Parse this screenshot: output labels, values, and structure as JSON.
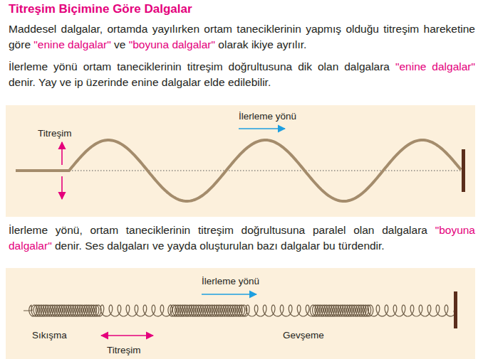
{
  "diagram": {
    "title": "Titreşim Biçimine Göre Dalgalar",
    "nodes": [
      {
        "text": [
          "İlerleme yönü",
          "Titreşim"
        ]
      },
      {
        "text": [
          "İlerleme yönü",
          "Sıkışma",
          "Titreşim",
          "Gevşeme"
        ]
      }
    ],
    "labels": [
      "Maddesel dalgalar, ortamda yayılırken ortam taneciklerinin yapmış olduğu titreşim hareketine göre \"enine dalgalar\" ve \"boyuna dalgalar\" olarak ikiye ayrılır.",
      "İlerleme yönü ortam taneciklerinin titreşim doğrultusuna dik olan dalgalara \"enine dalgalar\" denir. Yay ve ip üzerinde enine dalgalar elde edilebilir.",
      "İlerleme yönü, ortam taneciklerinin titreşim doğrultusuna paralel olan dalgalara \"boyuna dalgalar\" denir. Ses dalgaları ve yayda oluşturulan bazı dalgalar bu türdendir."
    ]
  }
}
